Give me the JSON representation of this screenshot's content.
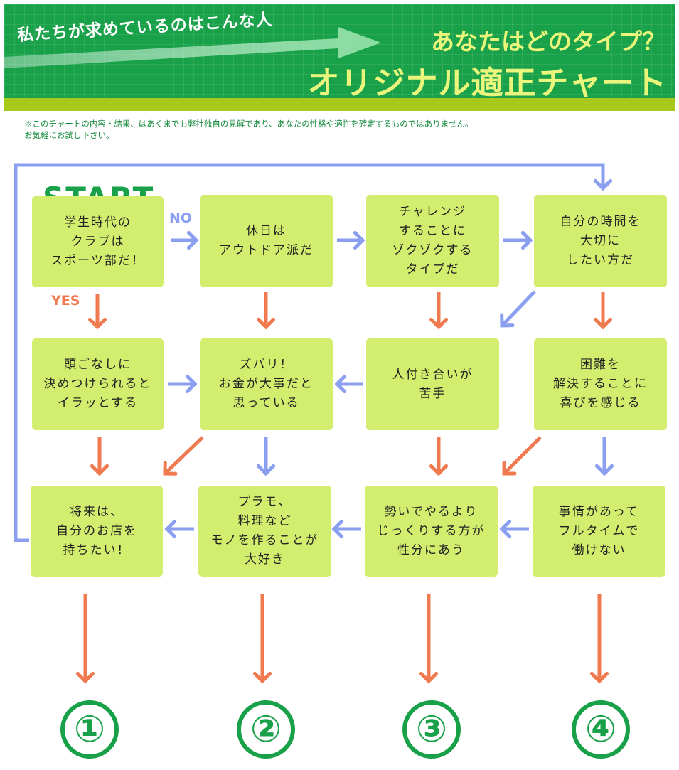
{
  "header": {
    "subheading": "私たちが求めているのはこんな人",
    "lead": "あなたはどのタイプ？",
    "title": "オリジナル適正チャート"
  },
  "disclaimer": "※このチャートの内容・結果、はあくまでも弊社独自の見解であり、あなたの性格や適性を確定するものではありません。\nお気軽にお試し下さい。",
  "labels": {
    "start": "START",
    "no": "NO",
    "yes": "YES"
  },
  "boxes": {
    "r1c1": "学生時代の\nクラブは\nスポーツ部だ！",
    "r1c2": "休日は\nアウトドア派だ",
    "r1c3": "チャレンジ\nすることに\nゾクゾクする\nタイプだ",
    "r1c4": "自分の時間を\n大切に\nしたい方だ",
    "r2c1": "頭ごなしに\n決めつけられると\nイラッとする",
    "r2c2": "ズバリ！\nお金が大事だと\n思っている",
    "r2c3": "人付き合いが\n苦手",
    "r2c4": "困難を\n解決することに\n喜びを感じる",
    "r3c1": "将来は、\n自分のお店を\n持ちたい！",
    "r3c2": "プラモ、\n料理など\nモノを作ることが\n大好き",
    "r3c3": "勢いでやるより\nじっくりする方が\n性分にあう",
    "r3c4": "事情があって\nフルタイムで\n働けない"
  },
  "results": [
    "①",
    "②",
    "③",
    "④"
  ],
  "colors": {
    "banner_green": "#18a149",
    "banner_strip": "#a6c91c",
    "heading_yellow": "#eaf57c",
    "box_fill": "#d3ed6e",
    "yes_arrow": "#f07a50",
    "no_arrow": "#8b9ff0"
  }
}
